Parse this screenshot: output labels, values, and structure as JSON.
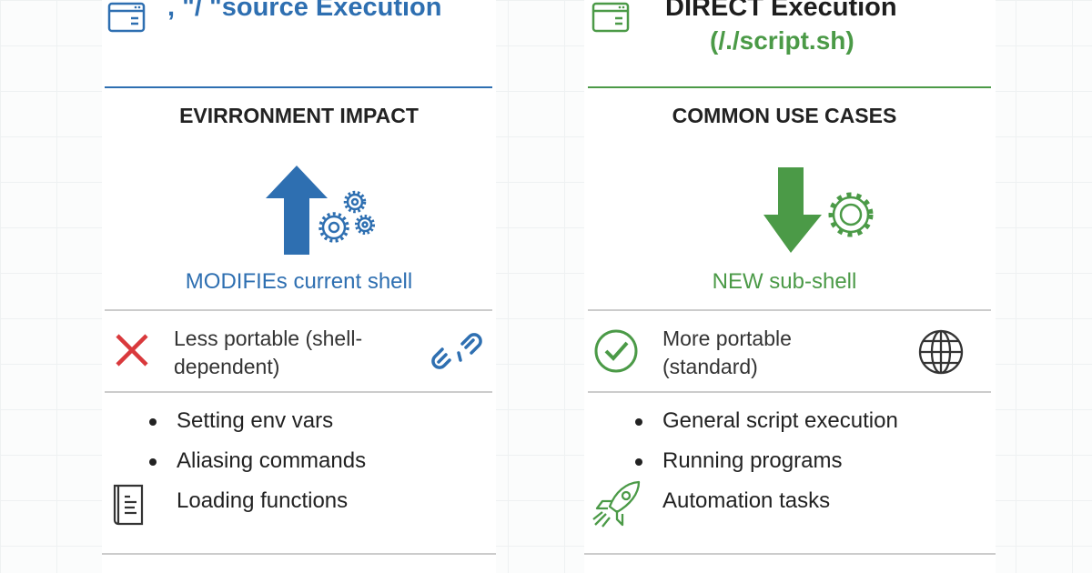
{
  "colors": {
    "blue": "#2e6fb1",
    "green": "#4b9a47",
    "red": "#d9393c"
  },
  "left": {
    "title": ", \"/ \"source Execution",
    "heading": "EVIRRONMENT IMPACT",
    "impact_label": "MODIFIEs current shell",
    "portability_line1": "Less portable (shell-",
    "portability_line2": "dependent)",
    "use_cases": [
      "Setting env vars",
      "Aliasing commands",
      "Loading functions"
    ]
  },
  "right": {
    "title": "DIRECT Execution",
    "subtitle": "(/./script.sh)",
    "heading": "COMMON USE CASES",
    "impact_label": "NEW sub-shell",
    "portability_line1": "More portable",
    "portability_line2": "(standard)",
    "use_cases": [
      "General script execution",
      "Running programs",
      "Automation tasks"
    ]
  }
}
